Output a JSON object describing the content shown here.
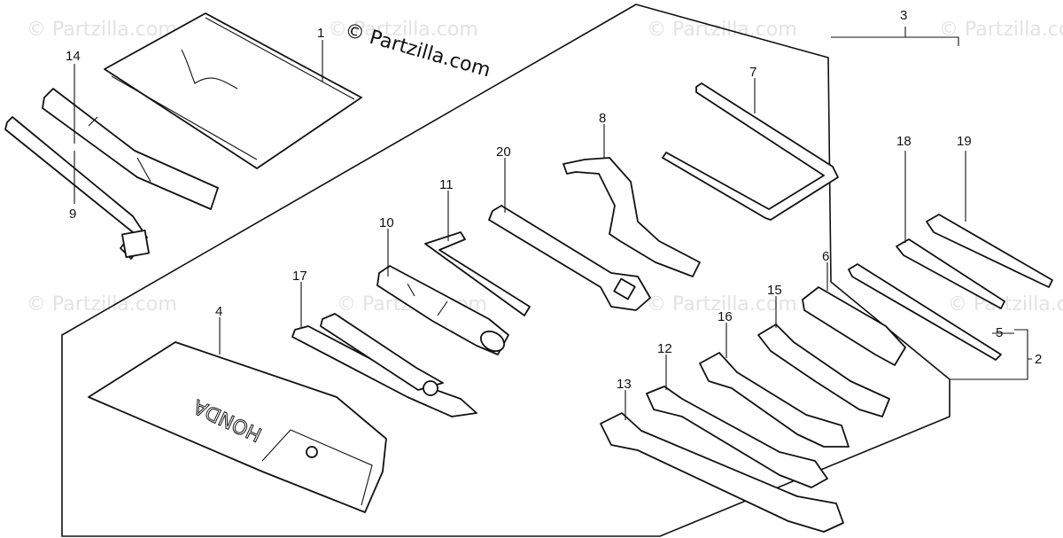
{
  "copyright": "© Partzilla.com",
  "watermark": "© Partzilla.com",
  "callouts": {
    "p1": "1",
    "p2": "2",
    "p3": "3",
    "p4": "4",
    "p5": "5",
    "p6": "6",
    "p7": "7",
    "p8": "8",
    "p9": "9",
    "p10": "10",
    "p11": "11",
    "p12": "12",
    "p13": "13",
    "p14": "14",
    "p15": "15",
    "p16": "16",
    "p17": "17",
    "p18": "18",
    "p19": "19",
    "p20": "20"
  },
  "pouch_logo": "HONDA"
}
